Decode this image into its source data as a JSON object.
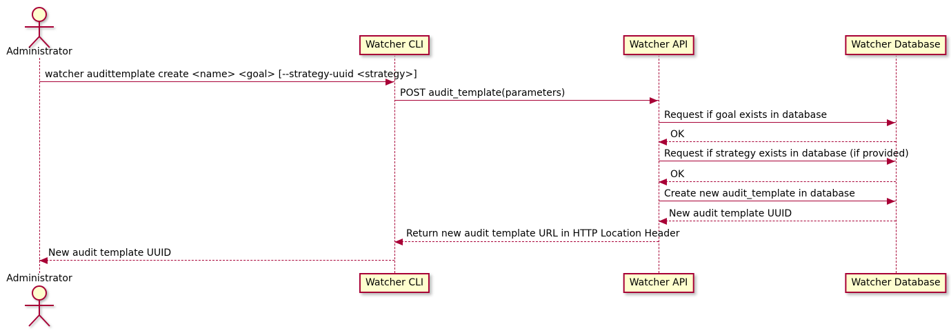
{
  "diagram": {
    "type": "sequence",
    "colors": {
      "stroke": "#A80036",
      "participant_fill": "#FEFECE",
      "text": "#000000",
      "background": "#FFFFFF"
    },
    "participants": [
      {
        "name": "Administrator",
        "kind": "actor"
      },
      {
        "name": "Watcher CLI",
        "kind": "participant"
      },
      {
        "name": "Watcher API",
        "kind": "participant"
      },
      {
        "name": "Watcher Database",
        "kind": "participant"
      }
    ],
    "messages": [
      {
        "from": "Administrator",
        "to": "Watcher CLI",
        "line": "solid",
        "text": "watcher audittemplate create <name> <goal> [--strategy-uuid <strategy>]"
      },
      {
        "from": "Watcher CLI",
        "to": "Watcher API",
        "line": "solid",
        "text": "POST audit_template(parameters)"
      },
      {
        "from": "Watcher API",
        "to": "Watcher Database",
        "line": "solid",
        "text": "Request if goal exists in database"
      },
      {
        "from": "Watcher Database",
        "to": "Watcher API",
        "line": "dashed",
        "text": "OK"
      },
      {
        "from": "Watcher API",
        "to": "Watcher Database",
        "line": "solid",
        "text": "Request if strategy exists in database (if provided)"
      },
      {
        "from": "Watcher Database",
        "to": "Watcher API",
        "line": "dashed",
        "text": "OK"
      },
      {
        "from": "Watcher API",
        "to": "Watcher Database",
        "line": "solid",
        "text": "Create new audit_template in database"
      },
      {
        "from": "Watcher Database",
        "to": "Watcher API",
        "line": "dashed",
        "text": "New audit template UUID"
      },
      {
        "from": "Watcher API",
        "to": "Watcher CLI",
        "line": "dashed",
        "text": "Return new audit template URL in HTTP Location Header"
      },
      {
        "from": "Watcher CLI",
        "to": "Administrator",
        "line": "dashed",
        "text": "New audit template UUID"
      }
    ]
  }
}
